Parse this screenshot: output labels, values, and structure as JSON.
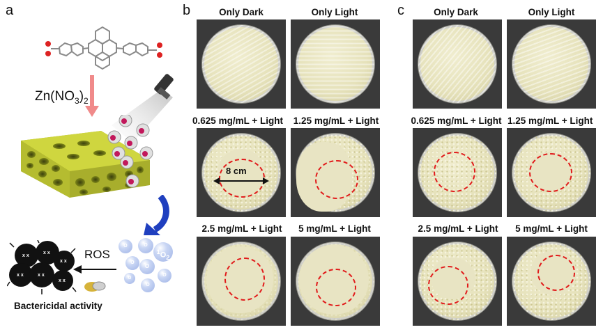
{
  "panel_a": {
    "letter": "a",
    "reagent": "Zn(NO",
    "reagent_sub1": "3",
    "reagent_close": ")",
    "reagent_sub2": "2",
    "ros_label": "ROS",
    "caption": "Bactericidal activity",
    "oxygen_label": "O",
    "oxygen_sub": "2",
    "singlet_label": "O",
    "singlet_sup": "1",
    "singlet_sub": "2"
  },
  "panel_b": {
    "letter": "b",
    "titles": [
      "Only Dark",
      "Only Light",
      "0.625 mg/mL + Light",
      "1.25 mg/mL + Light",
      "2.5 mg/mL + Light",
      "5 mg/mL + Light"
    ],
    "scale_label": "8 cm"
  },
  "panel_c": {
    "letter": "c",
    "titles": [
      "Only Dark",
      "Only Light",
      "0.625 mg/mL + Light",
      "1.25 mg/mL + Light",
      "2.5 mg/mL + Light",
      "5 mg/mL + Light"
    ]
  },
  "colors": {
    "arrow_pink": "#f08a8a",
    "arrow_blue": "#1f3fbf",
    "mof_green": "#c9d13a",
    "inhibition_ring": "#e11b1b",
    "tile_background": "#3a3a3a"
  }
}
